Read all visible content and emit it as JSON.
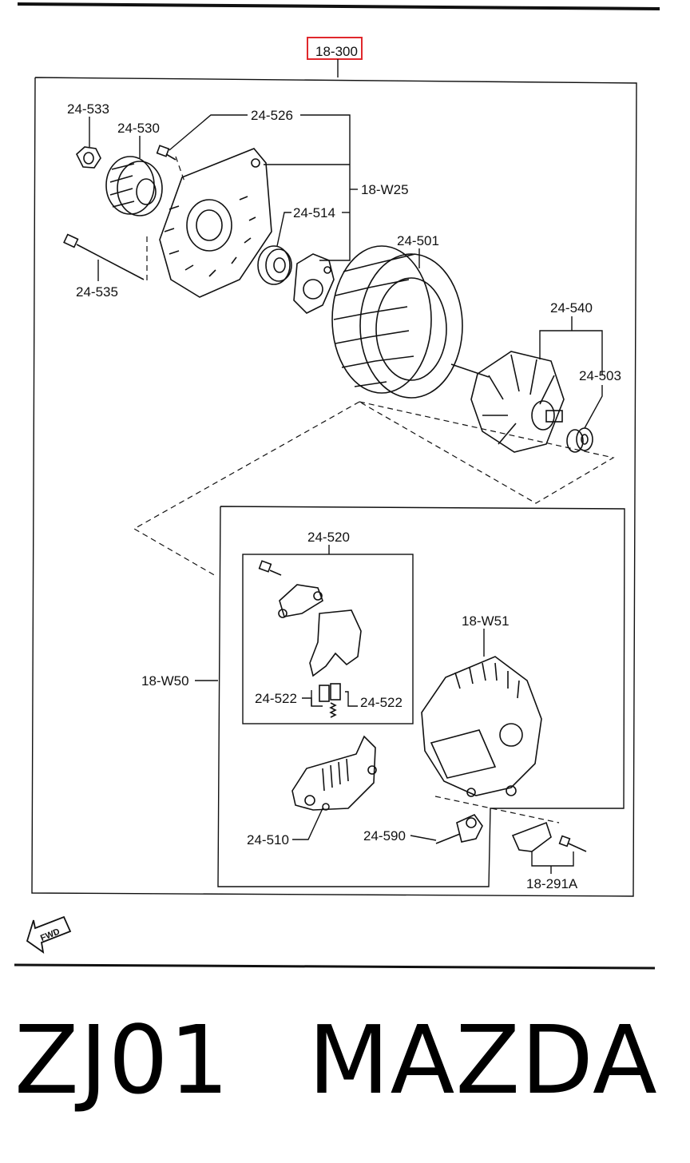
{
  "labels": {
    "main": "18-300",
    "p24533": "24-533",
    "p24530": "24-530",
    "p24526": "24-526",
    "p18W25": "18-W25",
    "p24514": "24-514",
    "p24535": "24-535",
    "p24501": "24-501",
    "p24540": "24-540",
    "p24503": "24-503",
    "p24520": "24-520",
    "p18W51": "18-W51",
    "p18W50": "18-W50",
    "p24522a": "24-522",
    "p24522b": "24-522",
    "p24510": "24-510",
    "p24590": "24-590",
    "p18291A": "18-291A",
    "fwd": "FWD"
  },
  "footer": {
    "code": "ZJ01",
    "brand": "MAZDA"
  },
  "colors": {
    "highlight": "#e0282c",
    "line": "#111111"
  }
}
